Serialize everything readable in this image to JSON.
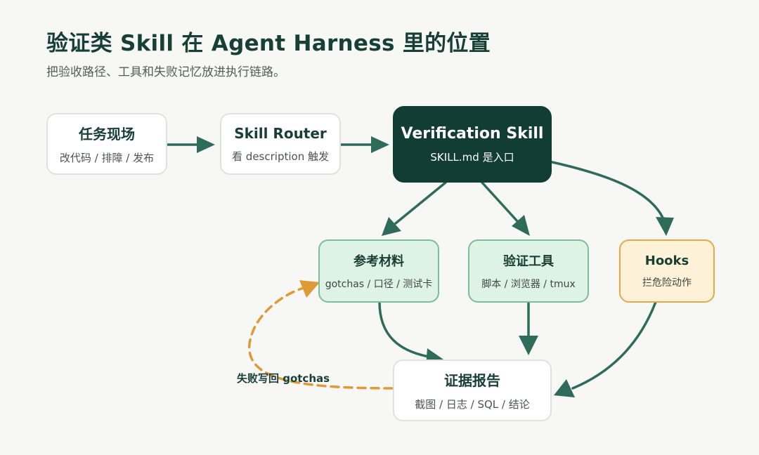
{
  "header": {
    "title": "验证类 Skill 在 Agent Harness 里的位置",
    "subtitle": "把验收路径、工具和失败记忆放进执行链路。"
  },
  "nodes": {
    "task_scene": {
      "title": "任务现场",
      "subtitle": "改代码 / 排障 / 发布"
    },
    "skill_router": {
      "title": "Skill Router",
      "subtitle": "看 description 触发"
    },
    "verification_skill": {
      "title": "Verification Skill",
      "subtitle": "SKILL.md 是入口"
    },
    "reference_material": {
      "title": "参考材料",
      "subtitle": "gotchas / 口径 / 测试卡"
    },
    "verification_tools": {
      "title": "验证工具",
      "subtitle": "脚本 / 浏览器 / tmux"
    },
    "hooks": {
      "title": "Hooks",
      "subtitle": "拦危险动作"
    },
    "evidence_report": {
      "title": "证据报告",
      "subtitle": "截图 / 日志 / SQL / 结论"
    }
  },
  "loop": {
    "label": "失败写回 gotchas"
  },
  "colors": {
    "arrow": "#2f6b5b",
    "loop_arrow": "#e09a35",
    "dark_node": "#113d34",
    "green_node": "#dff2e6",
    "yellow_node": "#fdf1d8"
  }
}
